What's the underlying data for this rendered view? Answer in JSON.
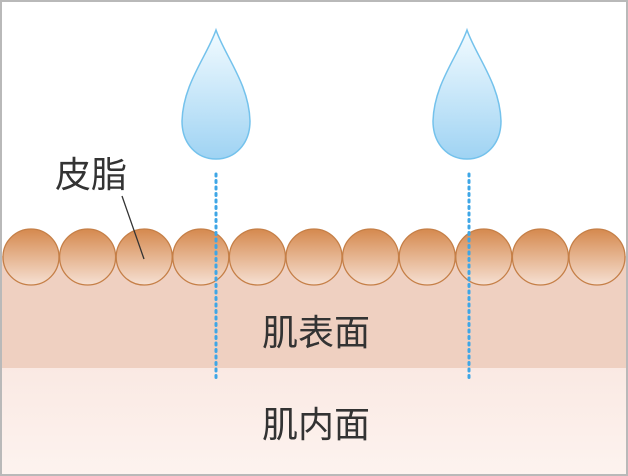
{
  "labels": {
    "sebum": "皮脂",
    "skin_surface": "肌表面",
    "skin_inner": "肌内面"
  },
  "colors": {
    "frame": "#b9b9b9",
    "surface_layer": "#efd0c1",
    "inner_layer_top": "#fae9e3",
    "inner_layer_bottom": "#fdf3ef",
    "sebum_top": "#d5894e",
    "sebum_bottom": "#f6e0d3",
    "sebum_stroke": "#c57f47",
    "drop_top": "#f2fbff",
    "drop_bottom": "#9fd3f3",
    "drop_stroke": "#74c2ec",
    "dotted_line": "#3ea6e6",
    "text": "#333333"
  },
  "diagram": {
    "sebum_globule_count": 11,
    "water_drop_count": 2
  }
}
